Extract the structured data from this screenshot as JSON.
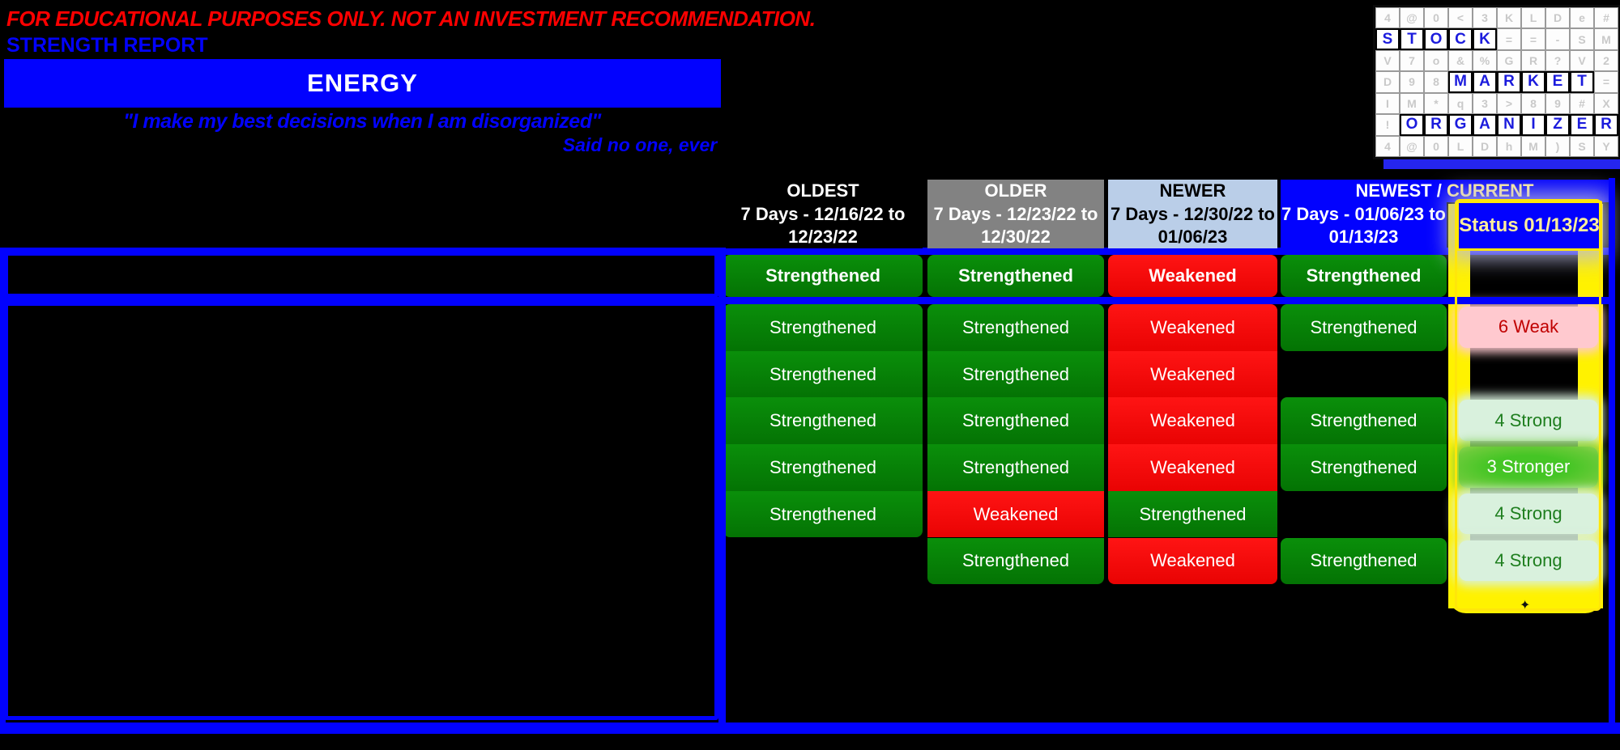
{
  "header": {
    "disclaimer": "FOR EDUCATIONAL PURPOSES ONLY. NOT AN INVESTMENT RECOMMENDATION.",
    "report_title": "STRENGTH REPORT",
    "sector_banner": "ENERGY",
    "quote": "\"I make my best decisions when I am disorganized\"",
    "attribution": "Said no one, ever"
  },
  "logo": {
    "title": "STOCK MARKET ORGANIZER",
    "grid": [
      "4@0<3KLDe#",
      "STOCK==-SM",
      "V7o&%GR?V2",
      "D98MARKET=",
      "IM*q3>89#X",
      "!ORGANIZER",
      "4@0LDhM)SY"
    ],
    "highlights": [
      {
        "row": 1,
        "start": 0,
        "len": 5,
        "word": "STOCK"
      },
      {
        "row": 3,
        "start": 3,
        "len": 6,
        "word": "MARKET"
      },
      {
        "row": 5,
        "start": 1,
        "len": 9,
        "word": "ORGANIZER"
      }
    ]
  },
  "table": {
    "columns": [
      {
        "id": "oldest",
        "label": "OLDEST",
        "sublabel_line1": "7 Days - 12/16/22 to",
        "sublabel_line2": "12/23/22"
      },
      {
        "id": "older",
        "label": "OLDER",
        "sublabel_line1": "7 Days - 12/23/22 to",
        "sublabel_line2": "12/30/22"
      },
      {
        "id": "newer",
        "label": "NEWER",
        "sublabel_line1": "7 Days - 12/30/22 to",
        "sublabel_line2": "01/06/23"
      },
      {
        "id": "newest",
        "label_part1": "NEWEST / ",
        "label_part2": "CURRENT",
        "sublabel_line1": "7 Days - 01/06/23 to",
        "sublabel_line2": "01/13/23"
      }
    ],
    "status_column": {
      "header": "Status 01/13/23"
    },
    "cell_values": {
      "positive": "Strengthened",
      "negative": "Weakened"
    },
    "rows": [
      {
        "bold": true,
        "cells": [
          "Strengthened",
          "Strengthened",
          "Weakened",
          "Strengthened"
        ],
        "status": "",
        "status_type": ""
      },
      {
        "bold": false,
        "cells": [
          "Strengthened",
          "Strengthened",
          "Weakened",
          "Strengthened"
        ],
        "status": "6 Weak",
        "status_type": "weak"
      },
      {
        "bold": false,
        "cells": [
          "Strengthened",
          "Strengthened",
          "Weakened",
          ""
        ],
        "status": "",
        "status_type": ""
      },
      {
        "bold": false,
        "cells": [
          "Strengthened",
          "Strengthened",
          "Weakened",
          "Strengthened"
        ],
        "status": "4 Strong",
        "status_type": "strong"
      },
      {
        "bold": false,
        "cells": [
          "Strengthened",
          "Strengthened",
          "Weakened",
          "Strengthened"
        ],
        "status": "3 Stronger",
        "status_type": "stronger"
      },
      {
        "bold": false,
        "cells": [
          "Strengthened",
          "Weakened",
          "Strengthened",
          ""
        ],
        "status": "4 Strong",
        "status_type": "strong"
      },
      {
        "bold": false,
        "cells": [
          "",
          "Strengthened",
          "Weakened",
          "Strengthened"
        ],
        "status": "4 Strong",
        "status_type": "strong"
      }
    ]
  },
  "annotations": {
    "marker_glyph": "✦"
  },
  "colors": {
    "accent_blue": "#0202FE",
    "positive_green": "#047E04",
    "negative_red": "#F90505",
    "older_gray": "#828282",
    "newer_lightblue": "#BACEE8",
    "highlight_yellow": "#FFF200",
    "weak_pink": "#FFC9CF",
    "weak_text": "#C00000",
    "strong_light_green": "#D9F1DD",
    "strong_text": "#1E7E1E",
    "stronger_green": "#55C62F",
    "current_label_yellow": "#FFEE9C"
  }
}
